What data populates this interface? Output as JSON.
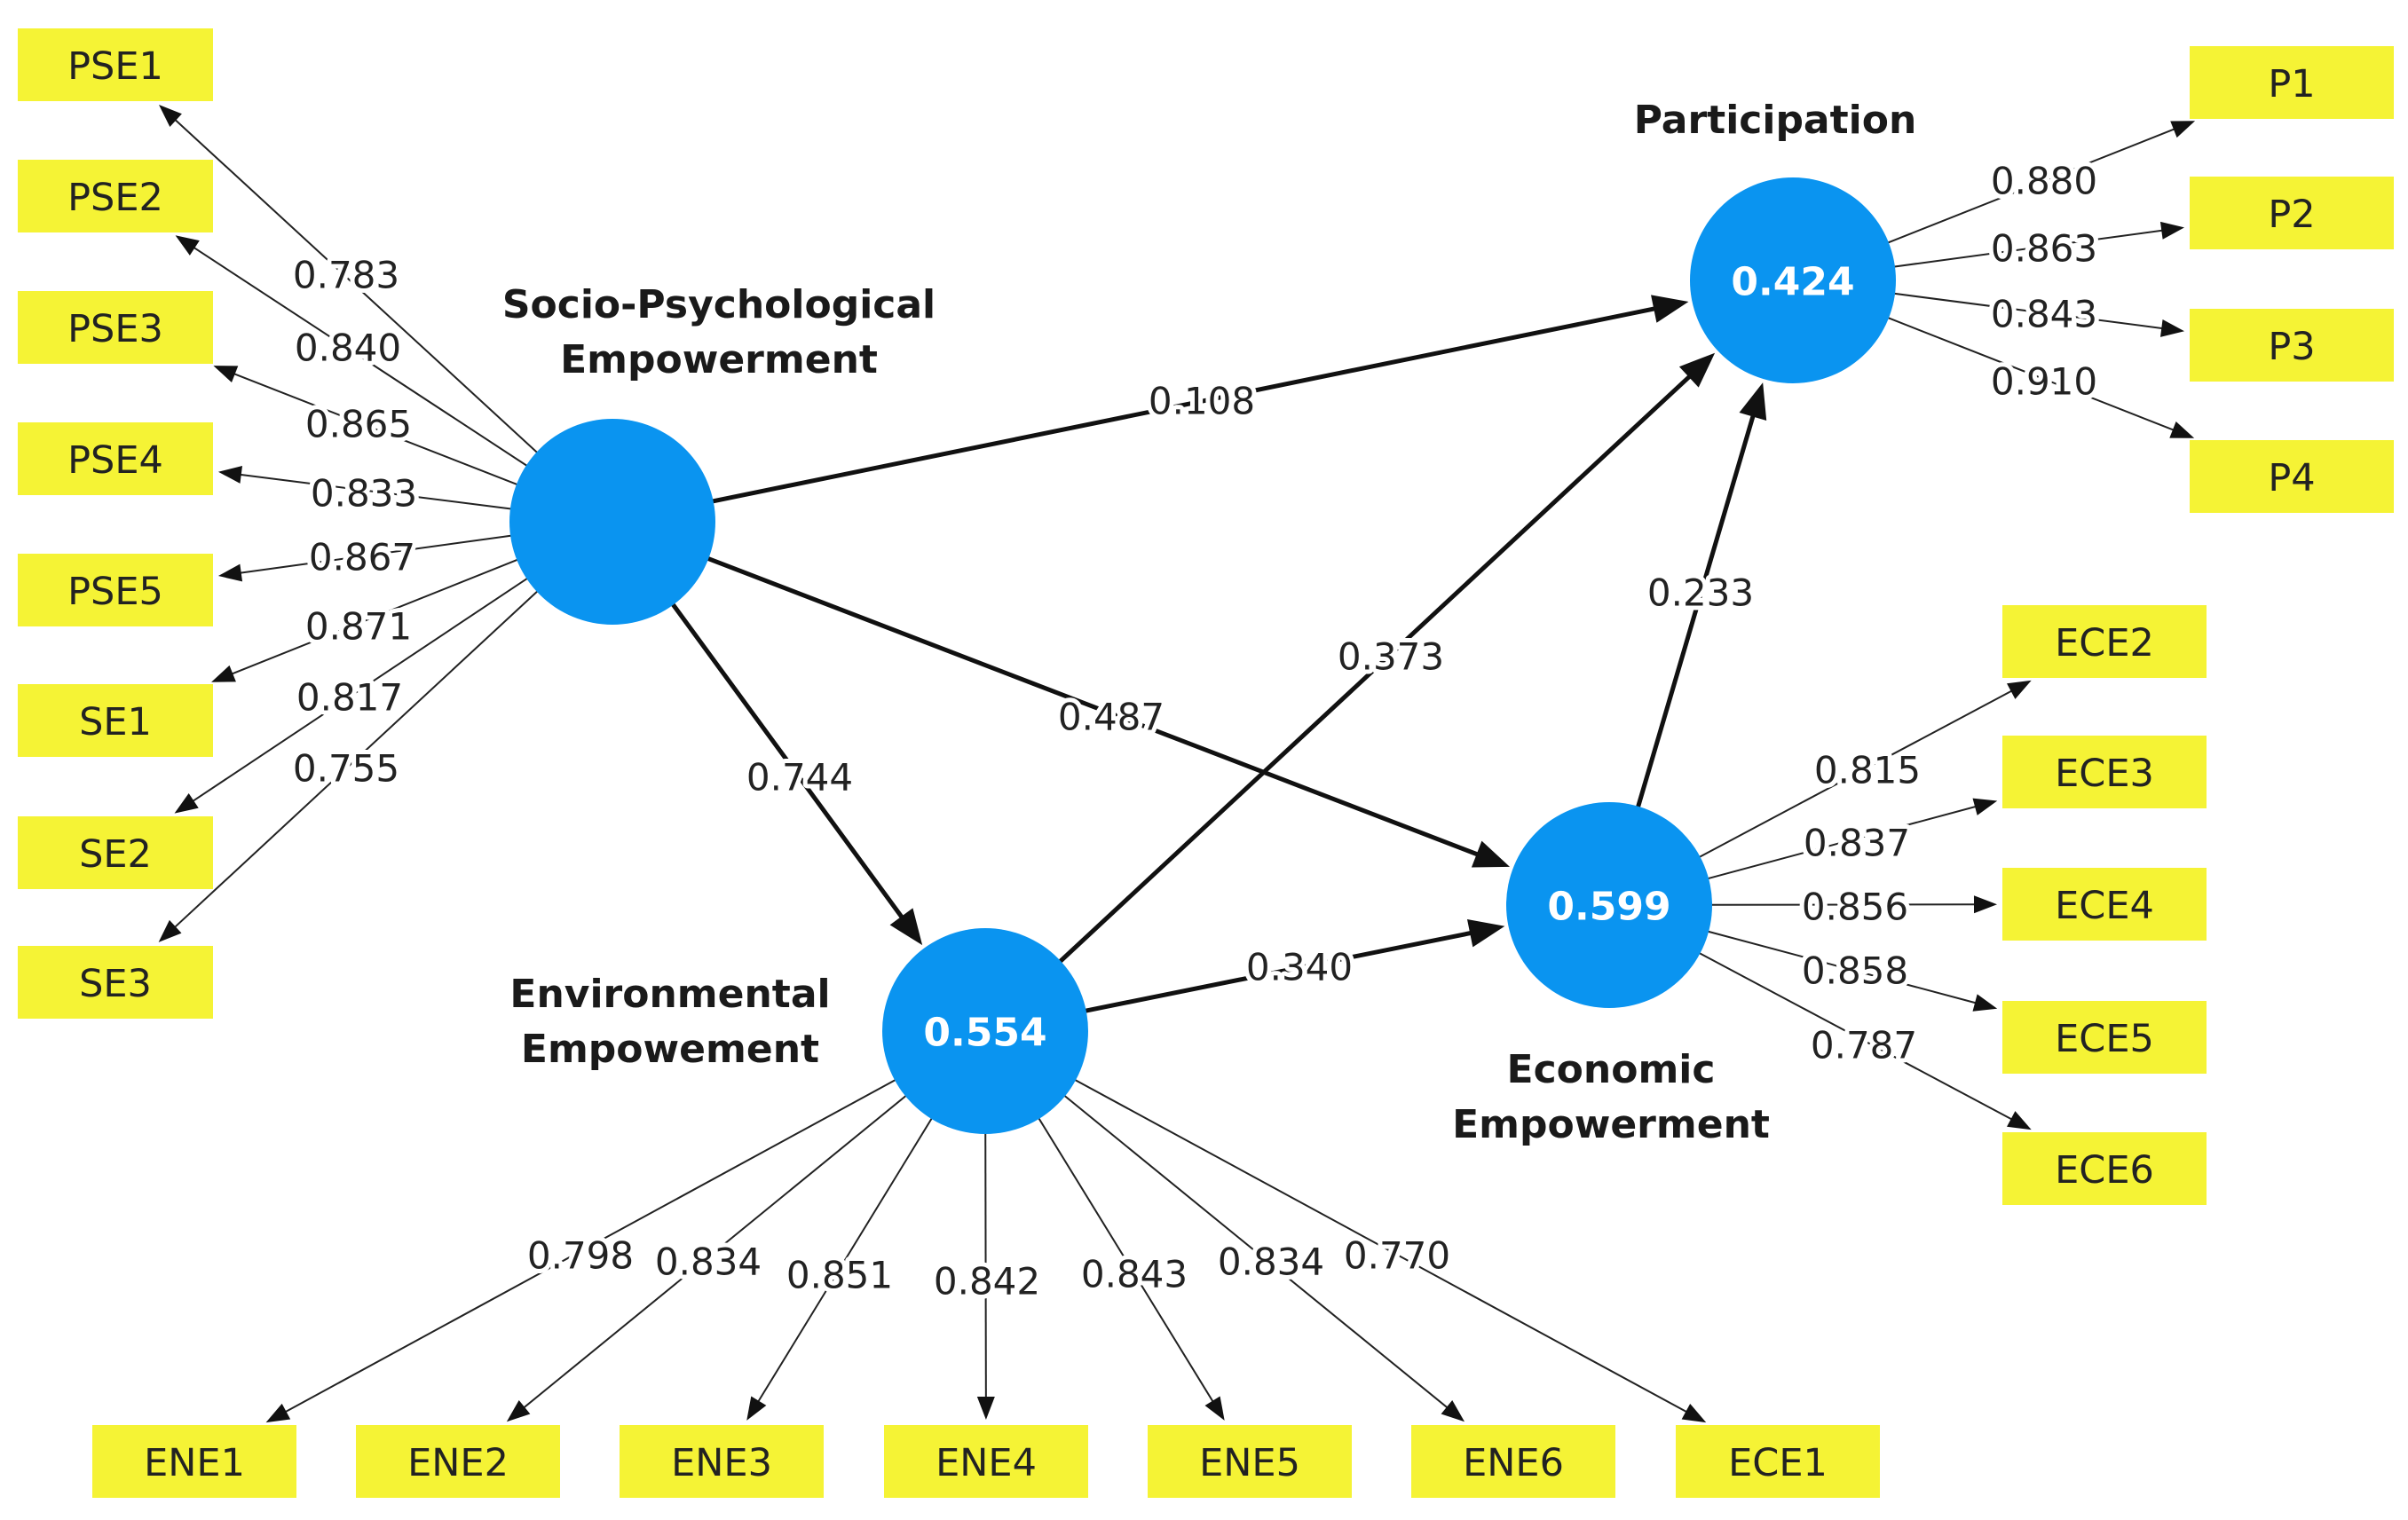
{
  "latent_variables": [
    {
      "id": "SPE",
      "label_lines": [
        "Socio-Psychological",
        "Empowerment"
      ],
      "r2": ""
    },
    {
      "id": "ENV",
      "label_lines": [
        "Environmental",
        "Empowement"
      ],
      "r2": "0.554"
    },
    {
      "id": "ECO",
      "label_lines": [
        "Economic",
        "Empowerment"
      ],
      "r2": "0.599"
    },
    {
      "id": "PAR",
      "label_lines": [
        "Participation"
      ],
      "r2": "0.424"
    }
  ],
  "structural_paths": [
    {
      "from": "SPE",
      "to": "PAR",
      "coef": "0.108"
    },
    {
      "from": "SPE",
      "to": "ENV",
      "coef": "0.744"
    },
    {
      "from": "SPE",
      "to": "ECO",
      "coef": "0.487"
    },
    {
      "from": "ENV",
      "to": "PAR",
      "coef": "0.373"
    },
    {
      "from": "ENV",
      "to": "ECO",
      "coef": "0.340"
    },
    {
      "from": "ECO",
      "to": "PAR",
      "coef": "0.233"
    }
  ],
  "indicators": [
    {
      "name": "PSE1",
      "lv": "SPE",
      "loading": "0.783"
    },
    {
      "name": "PSE2",
      "lv": "SPE",
      "loading": "0.840"
    },
    {
      "name": "PSE3",
      "lv": "SPE",
      "loading": "0.865"
    },
    {
      "name": "PSE4",
      "lv": "SPE",
      "loading": "0.833"
    },
    {
      "name": "PSE5",
      "lv": "SPE",
      "loading": "0.867"
    },
    {
      "name": "SE1",
      "lv": "SPE",
      "loading": "0.871"
    },
    {
      "name": "SE2",
      "lv": "SPE",
      "loading": "0.817"
    },
    {
      "name": "SE3",
      "lv": "SPE",
      "loading": "0.755"
    },
    {
      "name": "P1",
      "lv": "PAR",
      "loading": "0.880"
    },
    {
      "name": "P2",
      "lv": "PAR",
      "loading": "0.863"
    },
    {
      "name": "P3",
      "lv": "PAR",
      "loading": "0.843"
    },
    {
      "name": "P4",
      "lv": "PAR",
      "loading": "0.910"
    },
    {
      "name": "ECE2",
      "lv": "ECO",
      "loading": "0.815"
    },
    {
      "name": "ECE3",
      "lv": "ECO",
      "loading": "0.837"
    },
    {
      "name": "ECE4",
      "lv": "ECO",
      "loading": "0.856"
    },
    {
      "name": "ECE5",
      "lv": "ECO",
      "loading": "0.858"
    },
    {
      "name": "ECE6",
      "lv": "ECO",
      "loading": "0.787"
    },
    {
      "name": "ENE1",
      "lv": "ENV",
      "loading": "0.798"
    },
    {
      "name": "ENE2",
      "lv": "ENV",
      "loading": "0.834"
    },
    {
      "name": "ENE3",
      "lv": "ENV",
      "loading": "0.851"
    },
    {
      "name": "ENE4",
      "lv": "ENV",
      "loading": "0.842"
    },
    {
      "name": "ENE5",
      "lv": "ENV",
      "loading": "0.843"
    },
    {
      "name": "ENE6",
      "lv": "ENV",
      "loading": "0.834"
    },
    {
      "name": "ECE1",
      "lv": "ENV",
      "loading": "0.770"
    }
  ],
  "colors": {
    "circle": "#0a94f0",
    "box": "#f5f335",
    "line": "#111111"
  }
}
